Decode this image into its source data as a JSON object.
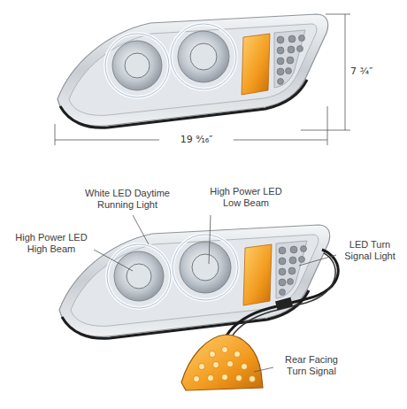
{
  "diagram": {
    "labels": [
      "7 ¾″",
      "19 ⁹⁄₁₆″",
      "White LED Daytime Running Light",
      "High Power LED Low Beam",
      "High Power LED High Beam",
      "LED Turn Signal Light",
      "Rear Facing Turn Signal"
    ]
  }
}
